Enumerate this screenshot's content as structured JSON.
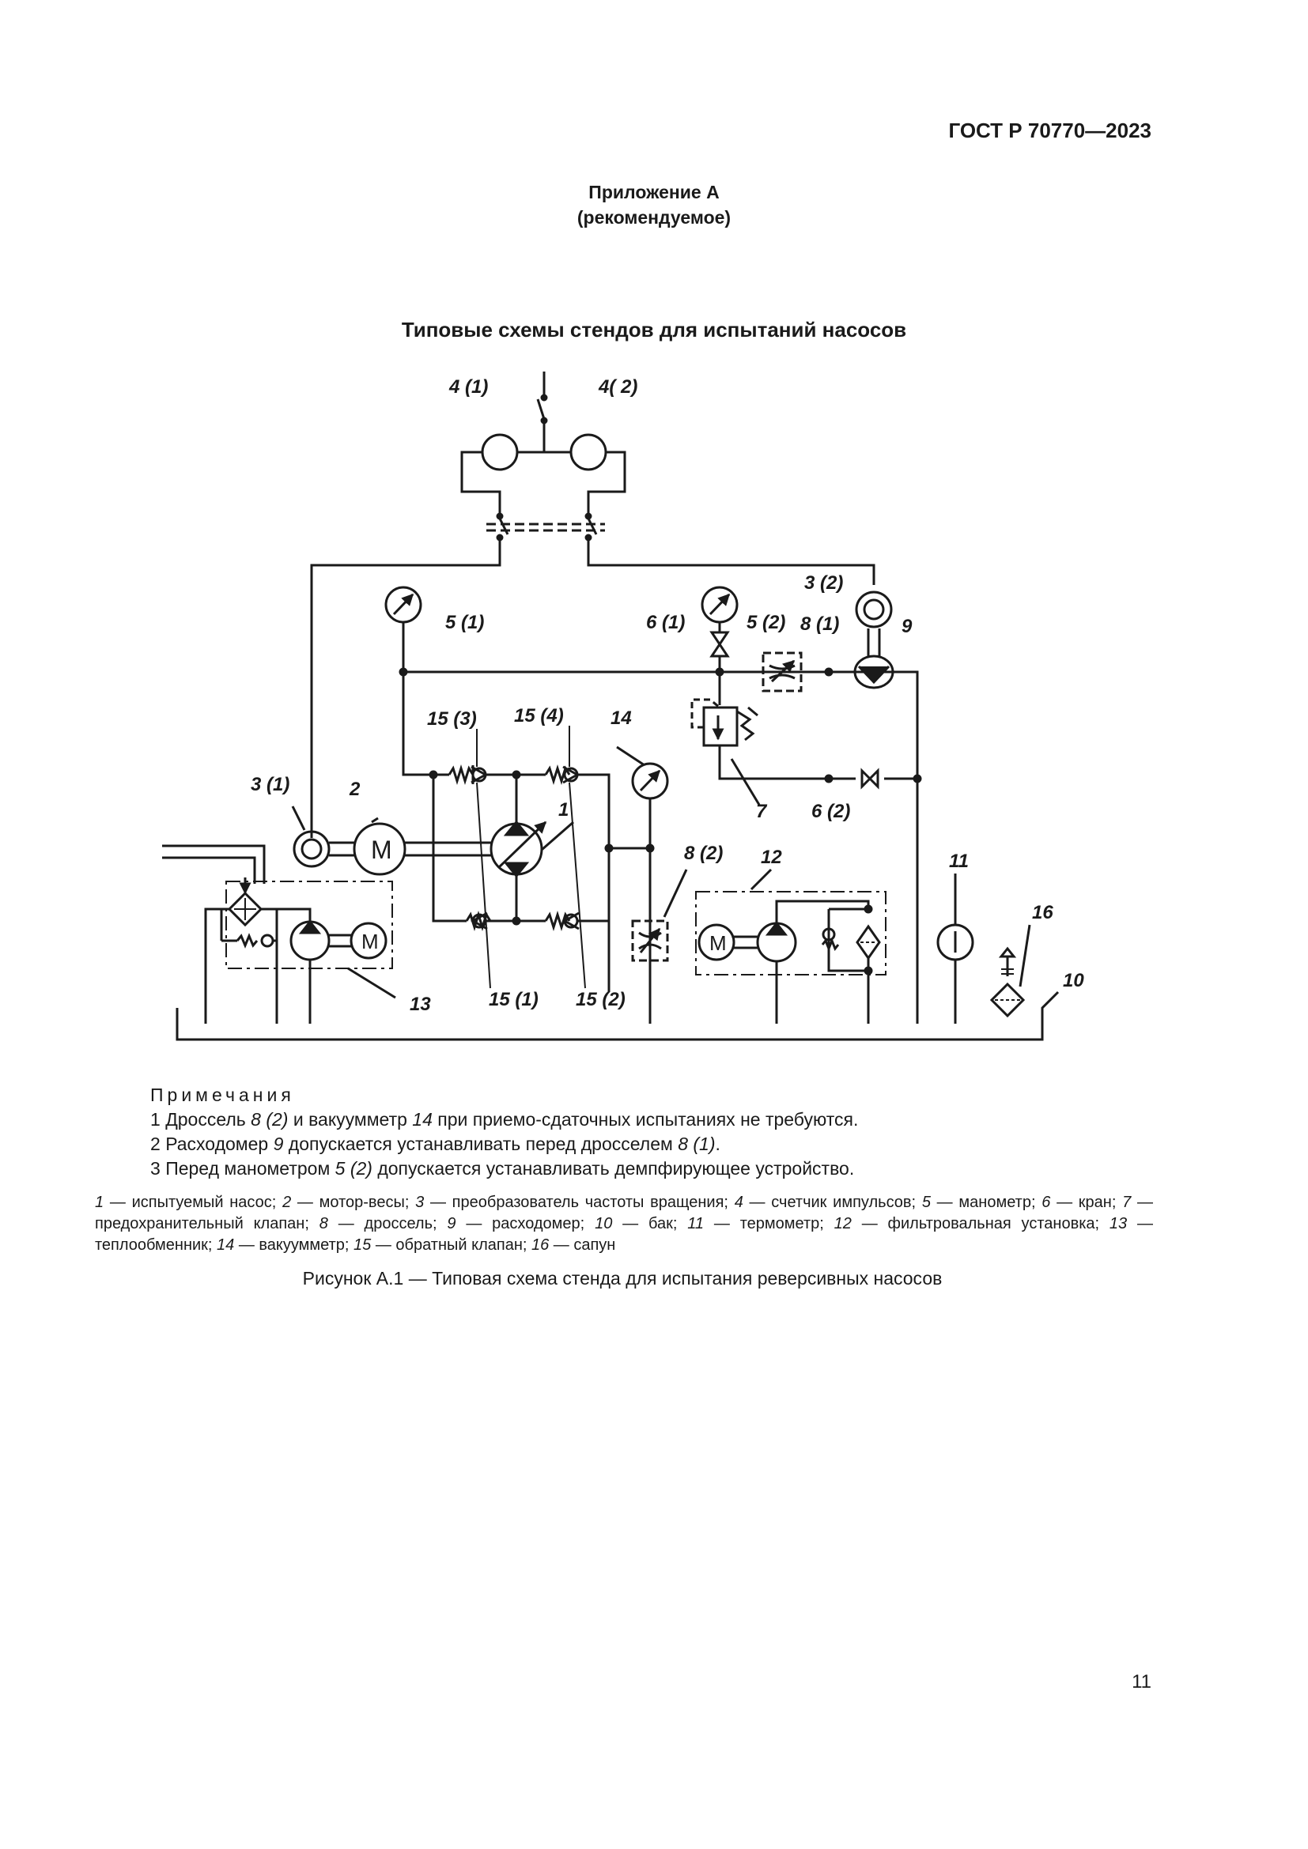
{
  "header": {
    "standard": "ГОСТ Р 70770—2023"
  },
  "appendix": {
    "title": "Приложение А",
    "subtitle": "(рекомендуемое)"
  },
  "section_title": "Типовые схемы стендов для испытаний насосов",
  "diagram": {
    "labels": {
      "l4_1": "4 (1)",
      "l4_2": "4( 2)",
      "l3_2": "3 (2)",
      "l9": "9",
      "l5_1": "5 (1)",
      "l6_1": "6 (1)",
      "l5_2": "5 (2)",
      "l8_1": "8 (1)",
      "l15_3": "15 (3)",
      "l15_4": "15 (4)",
      "l14": "14",
      "l3_1": "3 (1)",
      "l2": "2",
      "l1": "1",
      "l7": "7",
      "l6_2": "6 (2)",
      "l8_2": "8 (2)",
      "l12": "12",
      "l11": "11",
      "l16": "16",
      "l10": "10",
      "l13": "13",
      "l15_1": "15 (1)",
      "l15_2": "15 (2)"
    },
    "motor_symbol": "M"
  },
  "notes": {
    "title": "Примечания",
    "items": [
      {
        "n": "1",
        "a": "Дроссель ",
        "b": "8 (2)",
        "c": " и вакуумметр ",
        "d": "14",
        "e": " при приемо-сдаточных испытаниях не требуются."
      },
      {
        "n": "2",
        "a": "Расходомер ",
        "b": "9",
        "c": " допускается устанавливать перед дросселем ",
        "d": "8 (1)",
        "e": "."
      },
      {
        "n": "3",
        "a": "Перед манометром ",
        "b": "5 (2)",
        "c": " допускается устанавливать демпфирующее устройство.",
        "d": "",
        "e": ""
      }
    ]
  },
  "legend": [
    {
      "num": "1",
      "text": " — испытуемый насос; "
    },
    {
      "num": "2",
      "text": " — мотор-весы; "
    },
    {
      "num": "3",
      "text": " — преобразователь частоты вращения; "
    },
    {
      "num": "4",
      "text": " — счетчик импульсов; "
    },
    {
      "num": "5",
      "text": " — манометр; "
    },
    {
      "num": "6",
      "text": " — кран; "
    },
    {
      "num": "7",
      "text": " — предохранительный клапан; "
    },
    {
      "num": "8",
      "text": " — дроссель; "
    },
    {
      "num": "9",
      "text": " — расходомер; "
    },
    {
      "num": "10",
      "text": " — бак; "
    },
    {
      "num": "11",
      "text": " — термометр; "
    },
    {
      "num": "12",
      "text": " — фильтровальная установка; "
    },
    {
      "num": "13",
      "text": " — теплообменник; "
    },
    {
      "num": "14",
      "text": " — вакуумметр; "
    },
    {
      "num": "15",
      "text": " — обратный клапан; "
    },
    {
      "num": "16",
      "text": " — сапун"
    }
  ],
  "caption": "Рисунок А.1 — Типовая схема стенда для испытания реверсивных насосов",
  "page_number": "11"
}
